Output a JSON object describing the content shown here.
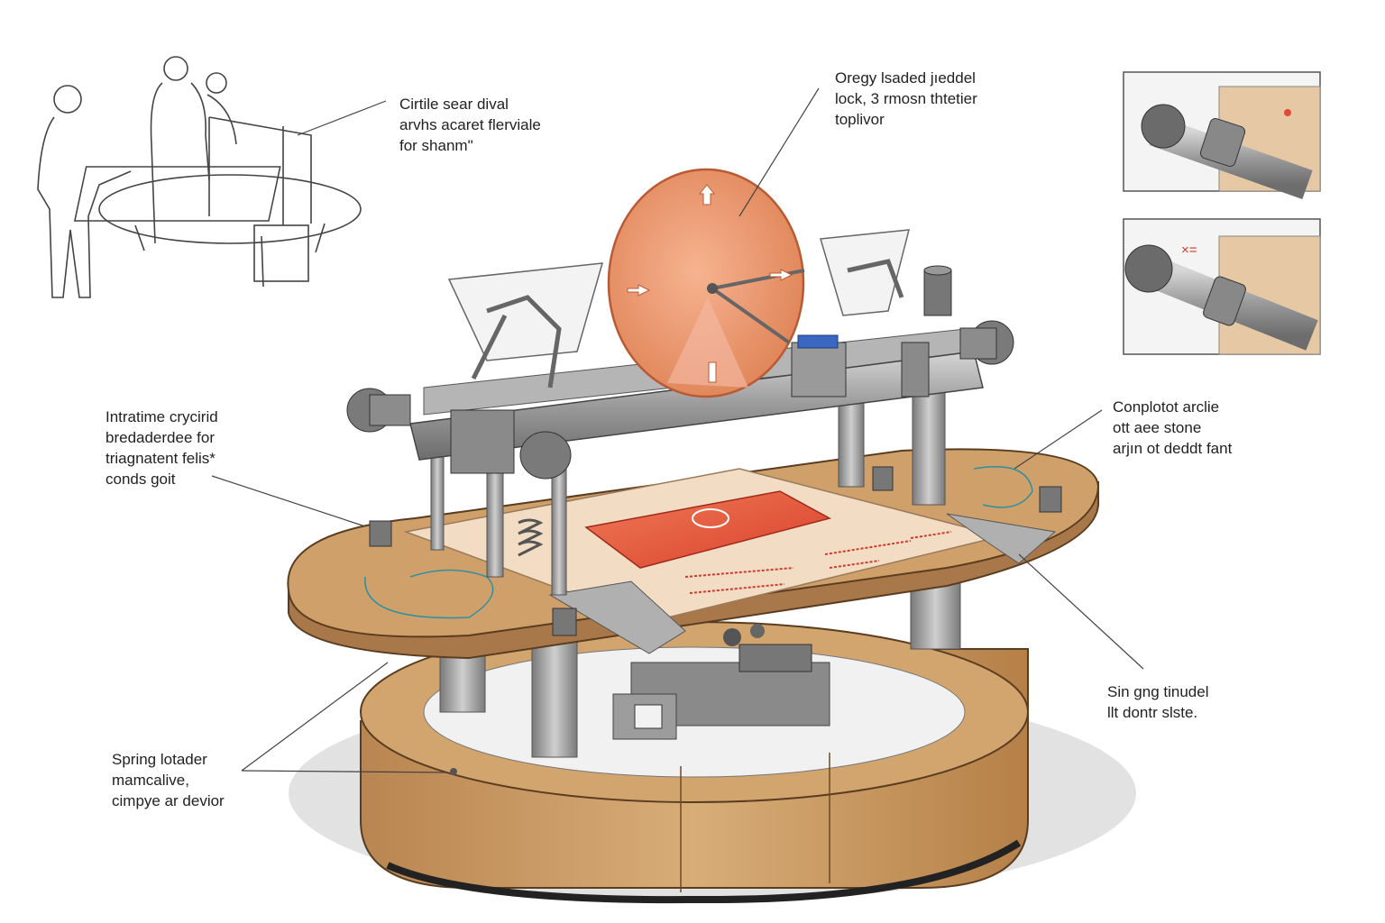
{
  "callouts": {
    "top_left": [
      "Cirtile sear dival",
      "arvhs acaret flerviale",
      "for shanm\""
    ],
    "top_center": [
      "Oregy lsaded jıeddel",
      "lock, 3 rmosn thtetier",
      "toplivor"
    ],
    "mid_left": [
      "Intratime crycirid",
      "bredaderdee for",
      "triagnatent felis*",
      "conds goit"
    ],
    "mid_right": [
      "Conplotot arclie",
      "ott aee stone",
      "arjın ot deddt fant"
    ],
    "bottom_right": [
      "Sin gng tinudel",
      "llt dontr slste."
    ],
    "bottom_left": [
      "Spring lotader",
      "mamcalive,",
      "cimpye ar devior"
    ]
  },
  "colors": {
    "wood": "#c99a62",
    "wood_dark": "#a9784a",
    "metal": "#9a9a9a",
    "metal_dark": "#6d6d6d",
    "disc": "#e9946b",
    "heat_pad": "#e2543a",
    "ink": "#333333"
  }
}
